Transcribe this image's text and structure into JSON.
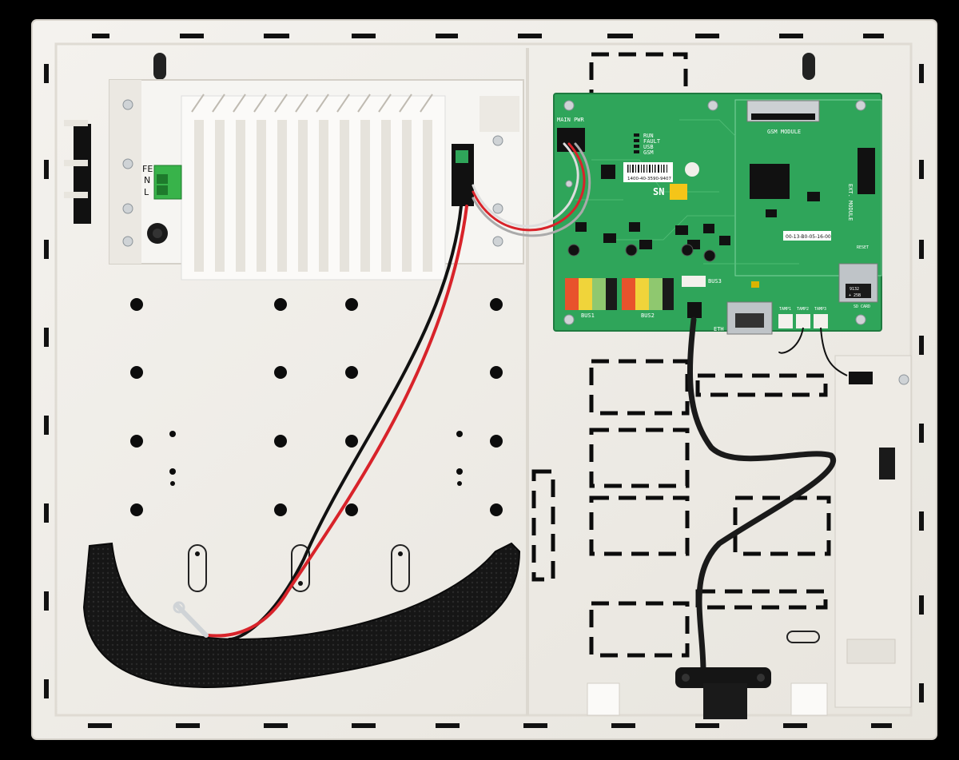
{
  "psu": {
    "terminal_labels": [
      "FE",
      "N",
      "L"
    ]
  },
  "board": {
    "labels": {
      "main_pwr": "MAIN PWR",
      "gsm_module": "GSM MODULE",
      "ext_module": "EXT. MODULE",
      "bus1": "BUS1",
      "bus2": "BUS2",
      "bus3": "BUS3",
      "eth": "ETH",
      "sn": "SN",
      "reset": "RESET",
      "sd_card": "SD CARD",
      "tamp1": "TAMP1",
      "tamp2": "TAMP2",
      "tamp3": "TAMP3"
    },
    "led_labels": [
      "RUN",
      "FAULT",
      "USB",
      "GSM"
    ],
    "barcode_text": "1400-40-3590-9407",
    "mac_text": "00-13-B0-05-16-00",
    "sim_text": "9132",
    "sim_size": "+ 25B"
  },
  "colors": {
    "background": "#000000",
    "enclosure": "#f1efea",
    "pcb": "#2fa55a",
    "wire_red": "#d8232a",
    "wire_black": "#111111",
    "velcro": "#121212"
  }
}
